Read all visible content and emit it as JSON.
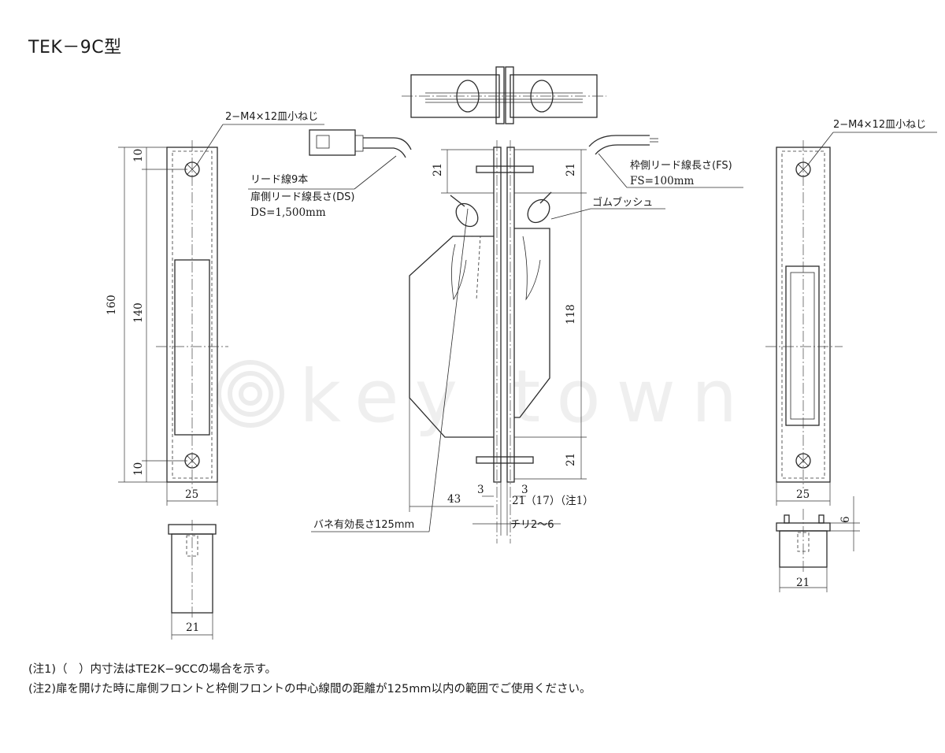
{
  "title": "TEK－9C型",
  "labels": {
    "screw_left": "2−M4×12皿小ねじ",
    "screw_right": "2−M4×12皿小ねじ",
    "lead9": "リード線9本",
    "ds_label": "扉側リード線長さ(DS)",
    "ds_value": "DS=1,500mm",
    "fs_label": "枠側リード線長さ(FS)",
    "fs_value": "FS=100mm",
    "bush": "ゴムブッシュ",
    "spring": "バネ有効長さ125mm",
    "chiri": "チリ2〜6",
    "note1_dim": "21（17）（注1）"
  },
  "dims": {
    "left_160": "160",
    "left_140": "140",
    "left_10_top": "10",
    "left_10_bottom": "10",
    "left_25": "25",
    "left_21": "21",
    "mid_21_top_l": "21",
    "mid_21_top_r": "21",
    "mid_118": "118",
    "mid_21_bottom": "21",
    "mid_43": "43",
    "mid_3_l": "3",
    "mid_3_r": "3",
    "right_25": "25",
    "right_21": "21",
    "right_6": "6"
  },
  "watermark": "key town",
  "notes": [
    "(注1)（　）内寸法はTE2K−9CCの場合を示す。",
    "(注2)扉を開けた時に扉側フロントと枠側フロントの中心線間の距離が125mm以内の範囲でご使用ください。"
  ]
}
